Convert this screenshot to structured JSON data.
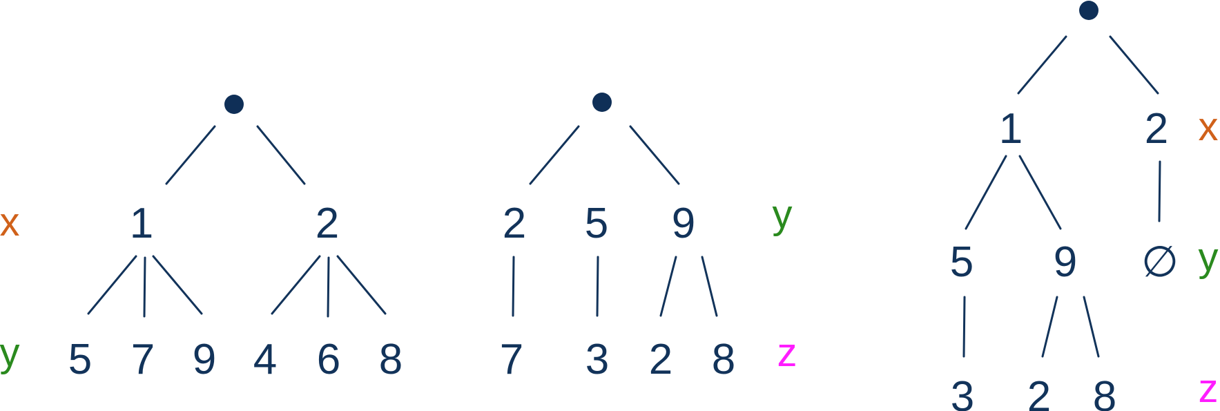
{
  "colors": {
    "node": "#12335a",
    "x_label": "#d0611a",
    "y_label": "#2a8a1e",
    "z_label": "#ff1dff"
  },
  "tree1": {
    "level_labels": {
      "x": "x",
      "y": "y"
    },
    "level1": [
      "1",
      "2"
    ],
    "level2": [
      "5",
      "7",
      "9",
      "4",
      "6",
      "8"
    ]
  },
  "tree2": {
    "level_labels": {
      "y": "y",
      "z": "z"
    },
    "level1": [
      "2",
      "5",
      "9"
    ],
    "level2": [
      "7",
      "3",
      "2",
      "8"
    ]
  },
  "tree3": {
    "level_labels": {
      "x": "x",
      "y": "y",
      "z": "z"
    },
    "level1": [
      "1",
      "2"
    ],
    "level2": [
      "5",
      "9",
      "∅"
    ],
    "level3": [
      "3",
      "2",
      "8"
    ]
  }
}
